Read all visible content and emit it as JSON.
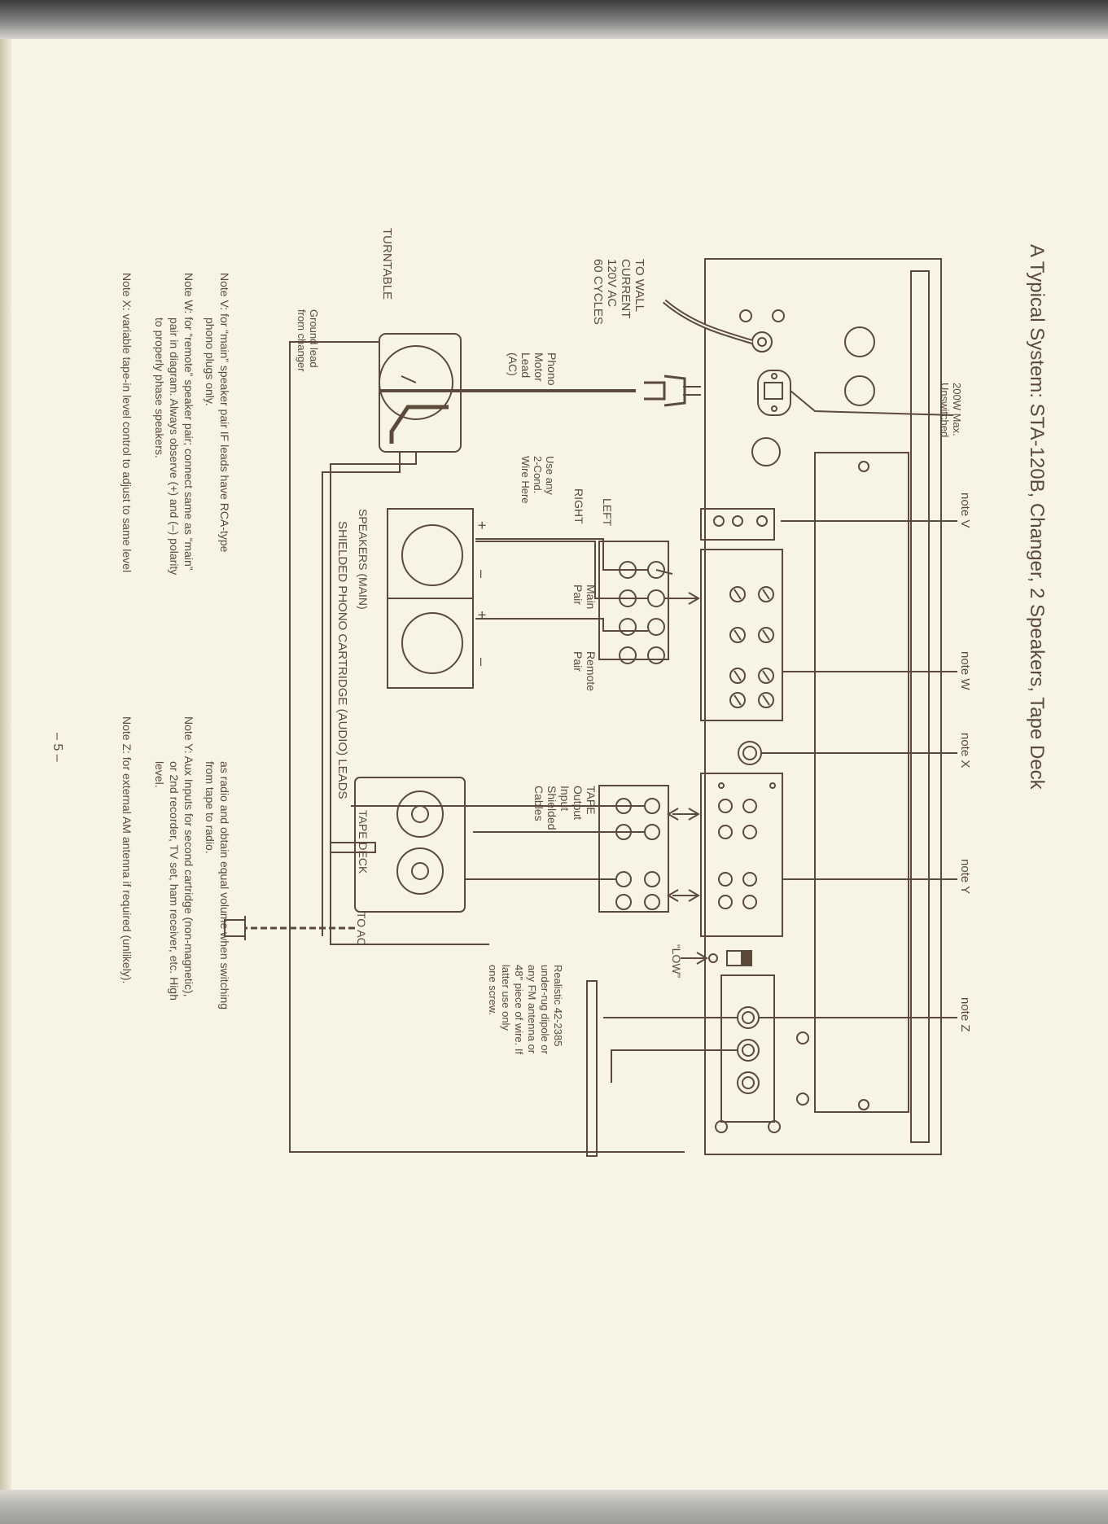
{
  "title": "A Typical System: STA-120B, Changer, 2 Speakers, Tape Deck",
  "labels": {
    "wall": [
      "TO WALL",
      "CURRENT",
      "120V AC",
      "60 CYCLES"
    ],
    "outlet": [
      "200W Max.",
      "Unswitched"
    ],
    "motor": [
      "Phono",
      "Motor",
      "Lead",
      "(AC)"
    ],
    "turntable": "TURNTABLE",
    "ground": [
      "Ground lead",
      "from changer"
    ],
    "wire": [
      "Use any",
      "2-Cond.",
      "Wire Here"
    ],
    "right": "RIGHT",
    "left": "LEFT",
    "main_pair": [
      "Main",
      "Pair"
    ],
    "remote_pair": [
      "Remote",
      "Pair"
    ],
    "speakers": "SPEAKERS (MAIN)",
    "shielded": "SHIELDED PHONO CARTRIDGE (AUDIO) LEADS",
    "tape_cables": [
      "TAPE",
      "Output",
      "Input",
      "Shielded",
      "Cables"
    ],
    "tape_deck": "TAPE DECK",
    "to_ac": "TO AC",
    "low": "“LOW”",
    "antenna": [
      "Realistic 42-2385",
      "under-rug dipole or",
      "any FM antenna or",
      "48\" piece of wire. If",
      "latter use only",
      "one screw."
    ],
    "plus": "+",
    "minus": "–"
  },
  "notes_callouts": {
    "v": "note V",
    "w": "note W",
    "x": "note X",
    "y": "note Y",
    "z": "note Z"
  },
  "notes_text": {
    "v": [
      "Note V:  for “main” speaker pair IF leads have RCA-type",
      "phono plugs only."
    ],
    "w": [
      "Note W:  for “remote” speaker pair; connect same as “main”",
      "pair in diagram. Always observe (+) and (–) polarity",
      "to properly phase speakers."
    ],
    "x": [
      "Note X:  variable tape-in level control to adjust to same level",
      "as radio and obtain equal volume when switching",
      "from tape to radio."
    ],
    "y": [
      "Note Y:  Aux Inputs for second cartridge (non-magnetic),",
      "or 2nd recorder, TV set, ham receiver, etc. High",
      "level."
    ],
    "z": [
      "Note Z:  for external AM antenna if required (unlikely)."
    ]
  },
  "page_number": "– 5 –",
  "colors": {
    "ink": "#5b4a3a",
    "paper": "#f7f4e6"
  }
}
